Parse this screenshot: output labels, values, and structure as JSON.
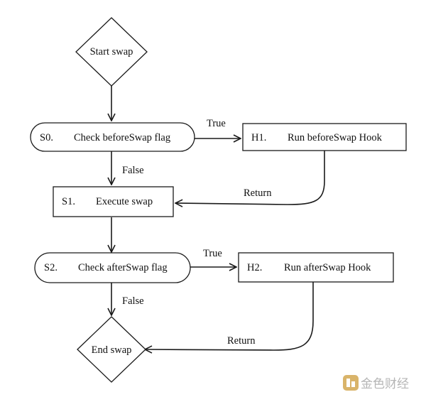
{
  "nodes": {
    "start": {
      "label": "Start swap"
    },
    "s0": {
      "id": "S0.",
      "label": "Check beforeSwap flag"
    },
    "h1": {
      "id": "H1.",
      "label": "Run beforeSwap Hook"
    },
    "s1": {
      "id": "S1.",
      "label": "Execute swap"
    },
    "s2": {
      "id": "S2.",
      "label": "Check afterSwap flag"
    },
    "h2": {
      "id": "H2.",
      "label": "Run afterSwap Hook"
    },
    "end": {
      "label": "End swap"
    }
  },
  "edges": {
    "s0_true": "True",
    "s0_false": "False",
    "h1_return": "Return",
    "s2_true": "True",
    "s2_false": "False",
    "h2_return": "Return"
  },
  "watermark": {
    "text": "金色财经",
    "colors": {
      "logo": "#d9b46a",
      "text": "#b5b5b5"
    }
  }
}
